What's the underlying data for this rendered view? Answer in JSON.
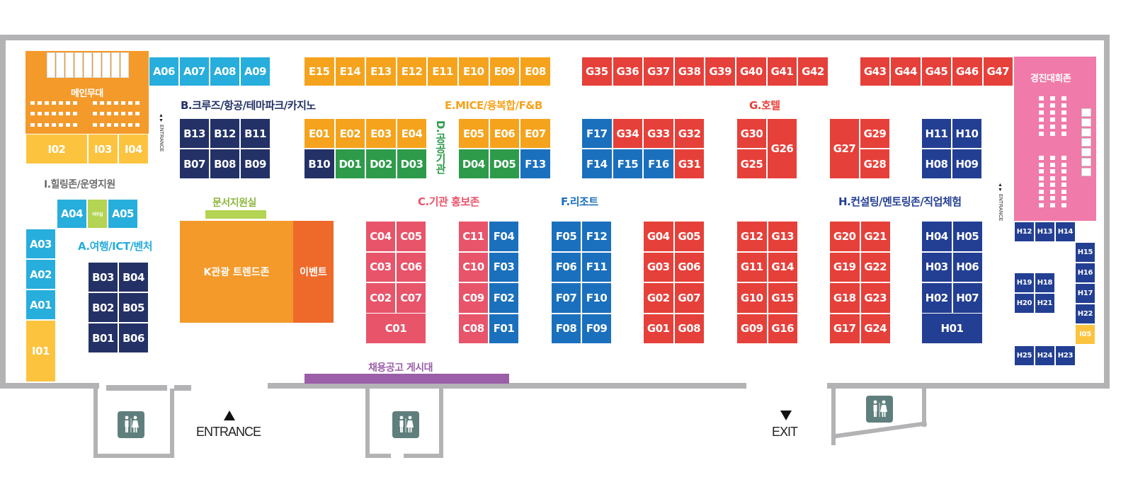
{
  "colors": {
    "wall": "#b3b3b6",
    "orange": "#f39a2b",
    "cyan": "#27aedc",
    "yellow": "#fcc33e",
    "navy": "#233166",
    "amber": "#f5a31c",
    "green": "#2e9b4b",
    "blue": "#1b70bd",
    "red": "#e6403a",
    "pink": "#e8546a",
    "royal": "#233f93",
    "magenta_pink": "#f07aa9",
    "purple": "#9b5ea9",
    "lime": "#b4d453",
    "dark_orange": "#ee6a2b"
  },
  "zones": {
    "b": "B.크루즈/항공/테마파크/카지노",
    "e": "E.MICE/융복합/F&B",
    "g": "G.호텔",
    "i": "I.힐링존/운영지원",
    "c": "C.기관 홍보존",
    "f": "F.리조트",
    "h": "H.컨설팅/멘토링존/직업체험",
    "a": "A.여행/ICT/벤처",
    "d": "D.공공기관",
    "doc": "문서지원실"
  },
  "areas": {
    "main_stage": "메인무대",
    "contest": "경진대회존",
    "k_trend": "K관광 트렌드존",
    "event": "이벤트",
    "recruit": "채용공고 게시대",
    "medical": "의무실"
  },
  "signs": {
    "entrance": "ENTRANCE",
    "exit": "EXIT",
    "side_entrance_left": "ENTRANCE",
    "side_entrance_right": "ENTRANCE"
  },
  "icons": {
    "restroom": "restroom-icon",
    "entrance_arrow": "arrow-up-icon",
    "exit_arrow": "arrow-down-icon"
  },
  "booths": {
    "a_top": [
      "A06",
      "A07",
      "A08",
      "A09"
    ],
    "a_mid": [
      "A04",
      "A05"
    ],
    "a_left": [
      "A03",
      "A02",
      "A01"
    ],
    "i_row": [
      "I02",
      "I03",
      "I04"
    ],
    "i_left": "I01",
    "b_top": [
      "B13",
      "B12",
      "B11",
      "B07",
      "B08",
      "B09"
    ],
    "b_bottom": [
      "B03",
      "B04",
      "B02",
      "B05",
      "B01",
      "B06"
    ],
    "e_top": [
      "E15",
      "E14",
      "E13",
      "E12",
      "E11",
      "E10",
      "E09",
      "E08"
    ],
    "e_mid_left": [
      "E01",
      "E02",
      "E03",
      "E04"
    ],
    "e_mid_right": [
      "E05",
      "E06",
      "E07"
    ],
    "bd_row": [
      "B10",
      "D01",
      "D02",
      "D03"
    ],
    "df_row": [
      "D04",
      "D05",
      "F13"
    ],
    "g_top_left": [
      "G35",
      "G36",
      "G37",
      "G38",
      "G39",
      "G40",
      "G41",
      "G42"
    ],
    "g_top_right": [
      "G43",
      "G44",
      "G45",
      "G46",
      "G47"
    ],
    "f_top": [
      "F17",
      "F14",
      "F15",
      "F16"
    ],
    "g_mid": [
      "G34",
      "G33",
      "G32",
      "G31"
    ],
    "g_mid2": [
      "G30",
      "G25",
      "G26",
      "G27",
      "G29",
      "G28"
    ],
    "h_mid": [
      "H11",
      "H10",
      "H08",
      "H09"
    ],
    "c_left": [
      "C04",
      "C05",
      "C03",
      "C06",
      "C02",
      "C07",
      "C01"
    ],
    "c_mid": [
      "C11",
      "C10",
      "C09",
      "C08"
    ],
    "f_col1": [
      "F04",
      "F03",
      "F02",
      "F01"
    ],
    "f_col2": [
      "F05",
      "F12",
      "F06",
      "F11",
      "F07",
      "F10",
      "F08",
      "F09"
    ],
    "g_bot1": [
      "G04",
      "G05",
      "G03",
      "G06",
      "G02",
      "G07",
      "G01",
      "G08"
    ],
    "g_bot2": [
      "G12",
      "G13",
      "G11",
      "G14",
      "G10",
      "G15",
      "G09",
      "G16"
    ],
    "g_bot3": [
      "G20",
      "G21",
      "G19",
      "G22",
      "G18",
      "G23",
      "G17",
      "G24"
    ],
    "h_bot": [
      "H04",
      "H05",
      "H03",
      "H06",
      "H02",
      "H07",
      "H01"
    ],
    "h_small": [
      "H12",
      "H13",
      "H14",
      "H15",
      "H16",
      "H17",
      "H22",
      "I05",
      "H19",
      "H18",
      "H20",
      "H21",
      "H25",
      "H24",
      "H23"
    ]
  }
}
